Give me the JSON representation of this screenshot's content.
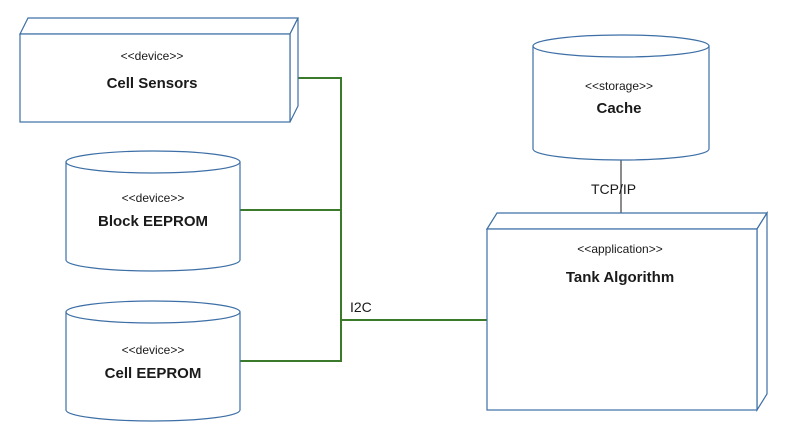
{
  "nodes": {
    "cell_sensors": {
      "stereotype": "<<device>>",
      "name": "Cell Sensors"
    },
    "block_eeprom": {
      "stereotype": "<<device>>",
      "name": "Block EEPROM"
    },
    "cell_eeprom": {
      "stereotype": "<<device>>",
      "name": "Cell EEPROM"
    },
    "cache": {
      "stereotype": "<<storage>>",
      "name": "Cache"
    },
    "tank_algorithm": {
      "stereotype": "<<application>>",
      "name": "Tank Algorithm"
    }
  },
  "connections": {
    "i2c_label": "I2C",
    "tcpip_label": "TCP/IP"
  },
  "colors": {
    "shape_stroke": "#3d6fa6",
    "i2c_line": "#3b7a2a",
    "tcp_line": "#404040"
  }
}
